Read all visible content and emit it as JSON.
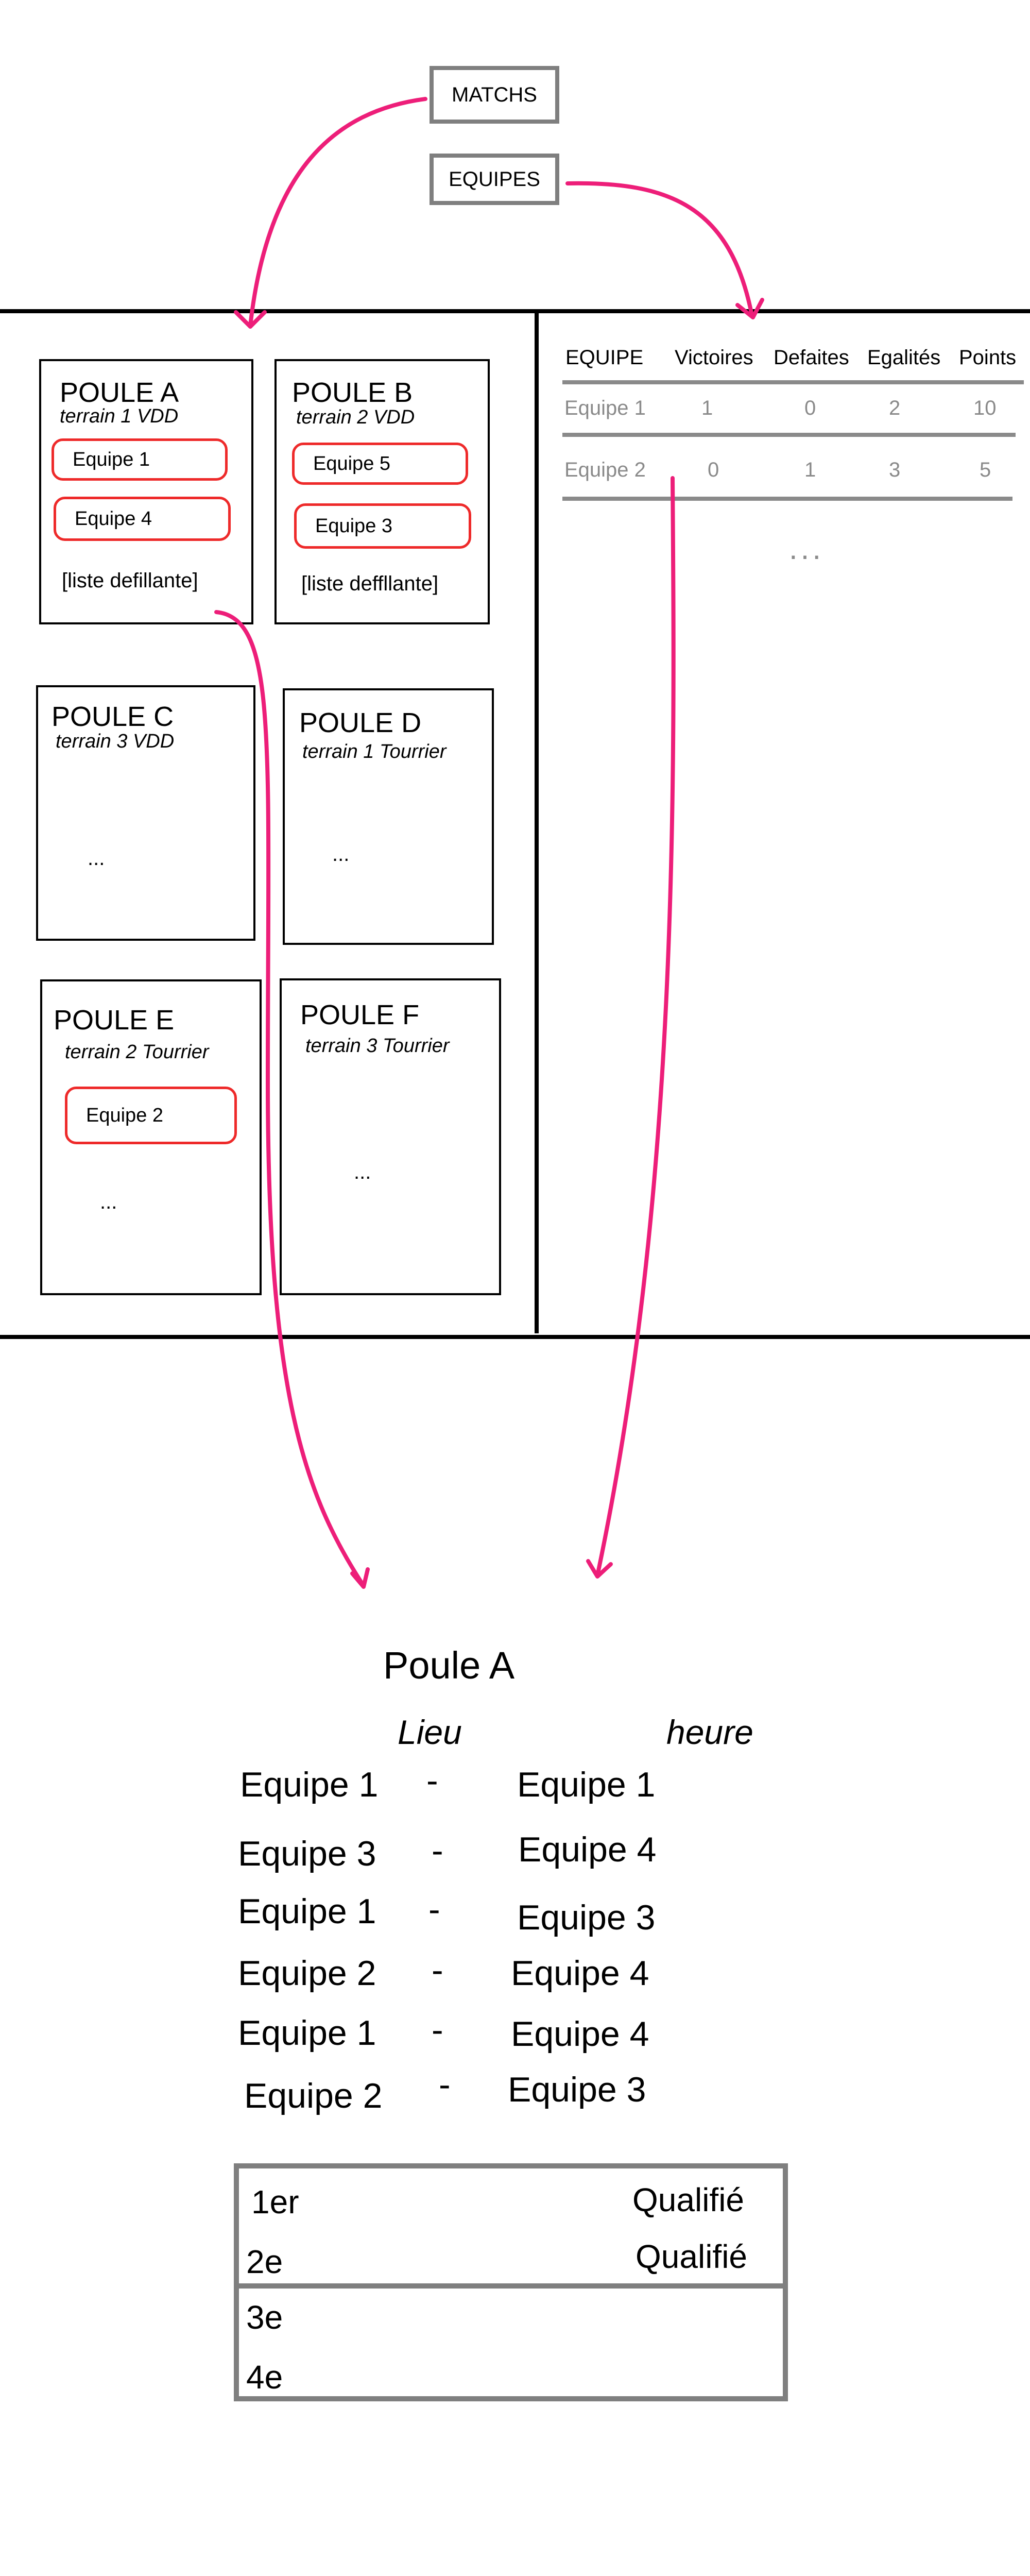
{
  "nav": {
    "matchs_label": "MATCHS",
    "equipes_label": "EQUIPES"
  },
  "poules": [
    {
      "title": "POULE A",
      "terrain": "terrain 1 VDD",
      "teams": [
        "Equipe 1",
        "Equipe 4"
      ],
      "footer": "[liste defillante]"
    },
    {
      "title": "POULE B",
      "terrain": "terrain 2 VDD",
      "teams": [
        "Equipe 5",
        "Equipe 3"
      ],
      "footer": "[liste deffllante]"
    },
    {
      "title": "POULE C",
      "terrain": "terrain 3 VDD",
      "teams": [],
      "footer": "..."
    },
    {
      "title": "POULE D",
      "terrain": "terrain 1 Tourrier",
      "teams": [],
      "footer": "..."
    },
    {
      "title": "POULE E",
      "terrain": "terrain 2 Tourrier",
      "teams": [
        "Equipe 2"
      ],
      "footer": "..."
    },
    {
      "title": "POULE F",
      "terrain": "terrain 3 Tourrier",
      "teams": [],
      "footer": "..."
    }
  ],
  "standings": {
    "headers": [
      "EQUIPE",
      "Victoires",
      "Defaites",
      "Egalités",
      "Points"
    ],
    "rows": [
      [
        "Equipe 1",
        "1",
        "0",
        "2",
        "10"
      ],
      [
        "Equipe 2",
        "0",
        "1",
        "3",
        "5"
      ]
    ],
    "more": "..."
  },
  "detail": {
    "title": "Poule A",
    "lieu_label": "Lieu",
    "heure_label": "heure",
    "matches": [
      {
        "home": "Equipe 1",
        "sep": "-",
        "away": "Equipe 1"
      },
      {
        "home": "Equipe 3",
        "sep": "-",
        "away": "Equipe 4"
      },
      {
        "home": "Equipe 1",
        "sep": "-",
        "away": "Equipe 3"
      },
      {
        "home": "Equipe 2",
        "sep": "-",
        "away": "Equipe 4"
      },
      {
        "home": "Equipe 1",
        "sep": "-",
        "away": "Equipe 4"
      },
      {
        "home": "Equipe 2",
        "sep": "-",
        "away": "Equipe 3"
      }
    ],
    "ranking": [
      {
        "place": "1er",
        "status": "Qualifié"
      },
      {
        "place": "2e",
        "status": "Qualifié"
      },
      {
        "place": "3e",
        "status": ""
      },
      {
        "place": "4e",
        "status": ""
      }
    ]
  },
  "colors": {
    "arrow": "#ed1e79",
    "team_border": "#ee2a2a",
    "frame_gray": "#7f7f7f",
    "table_gray": "#8a8a8a"
  }
}
